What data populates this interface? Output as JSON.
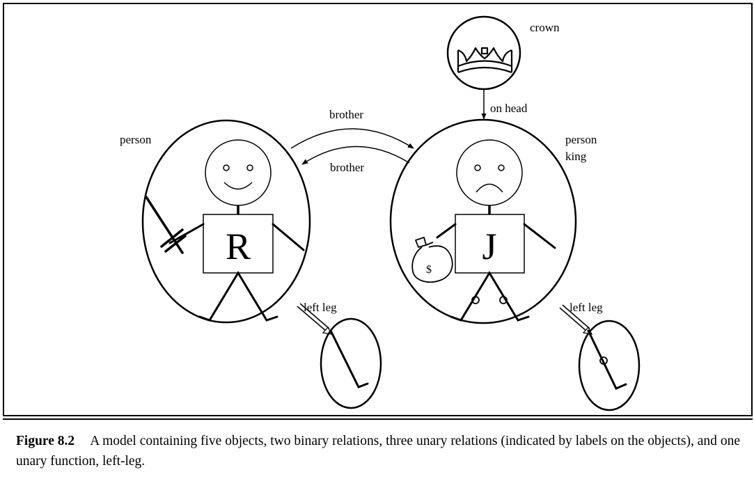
{
  "diagram": {
    "labels": {
      "crown": "crown",
      "on_head": "on head",
      "brother_top": "brother",
      "brother_bottom": "brother",
      "person_left": "person",
      "person_right": "person",
      "king": "king",
      "left_leg_left": "left leg",
      "left_leg_right": "left leg"
    },
    "letters": {
      "left_figure": "R",
      "right_figure": "J"
    },
    "money_bag_symbol": "$",
    "objects": [
      "crown",
      "left-figure",
      "right-figure",
      "left-leg-of-left-figure",
      "left-leg-of-right-figure"
    ],
    "relations": [
      {
        "name": "brother",
        "from": "left-figure",
        "to": "right-figure"
      },
      {
        "name": "brother",
        "from": "right-figure",
        "to": "left-figure"
      },
      {
        "name": "on head",
        "from": "crown",
        "to": "right-figure"
      }
    ],
    "unary_relations": [
      {
        "name": "person",
        "object": "left-figure"
      },
      {
        "name": "person",
        "object": "right-figure"
      },
      {
        "name": "king",
        "object": "right-figure"
      }
    ],
    "functions": [
      {
        "name": "left leg",
        "from": "left-figure",
        "to": "left-leg-of-left-figure"
      },
      {
        "name": "left leg",
        "from": "right-figure",
        "to": "left-leg-of-right-figure"
      }
    ]
  },
  "caption": {
    "label": "Figure 8.2",
    "text": "A model containing five objects, two binary relations, three unary relations (indicated by labels on the objects), and one unary function, left-leg."
  }
}
